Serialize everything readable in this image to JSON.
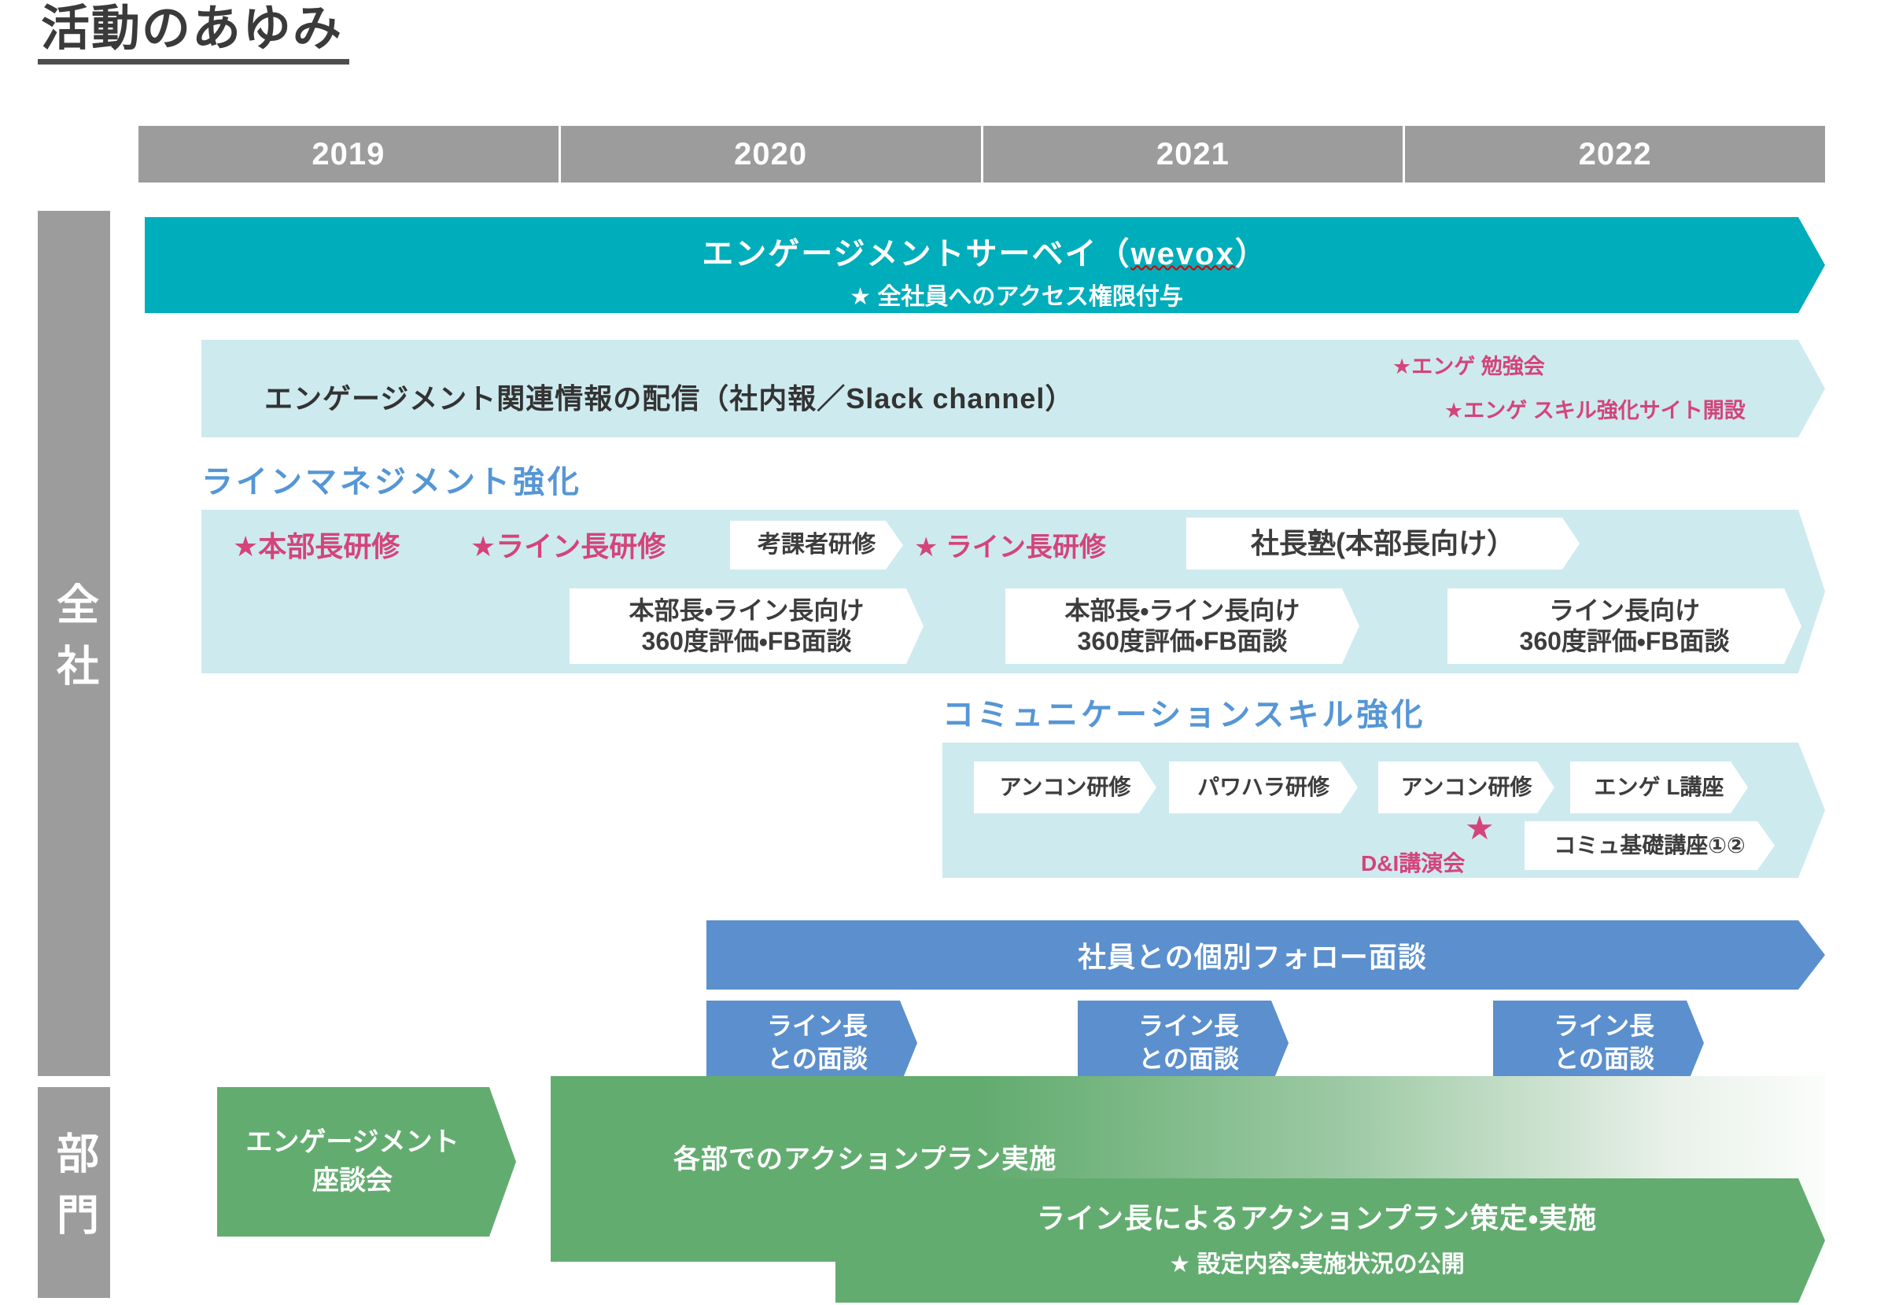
{
  "page": {
    "title": "活動のあゆみ"
  },
  "timeline": {
    "years": [
      "2019",
      "2020",
      "2021",
      "2022"
    ]
  },
  "rails": [
    {
      "label": "全社"
    },
    {
      "label": "部門"
    }
  ],
  "survey": {
    "title_main": "エンゲージメントサーベイ（",
    "title_brand": "wevox",
    "title_tail": "）",
    "note": "★ 全社員へのアクセス権限付与"
  },
  "info": {
    "text": "エンゲージメント関連情報の配信（社内報／Slack channel）",
    "notes": [
      "★エンゲ 勉強会",
      "★エンゲ スキル強化サイト開設"
    ]
  },
  "line_management": {
    "heading": "ラインマネジメント強化",
    "pink_items": [
      "★本部長研修",
      "★ライン長研修",
      "★ ライン長研修"
    ],
    "white_chips": [
      {
        "line1": "考課者研修"
      },
      {
        "line1": "社長塾(本部長向け）"
      },
      {
        "line1": "本部長・ライン長向け",
        "line2": "360度評価・FB面談"
      },
      {
        "line1": "本部長・ライン長向け",
        "line2": "360度評価・FB面談"
      },
      {
        "line1": "ライン長向け",
        "line2": "360度評価・FB面談"
      }
    ]
  },
  "comm_skill": {
    "heading": "コミュニケーションスキル強化",
    "chips": [
      "アンコン研修",
      "パワハラ研修",
      "アンコン研修",
      "エンゲ L講座",
      "コミュ基礎講座①②"
    ],
    "pink_note": "D&I講演会",
    "pink_star": "★"
  },
  "follow": {
    "main_bar": "社員との個別フォロー面談",
    "chips": [
      {
        "line1": "ライン長",
        "line2": "との面談"
      },
      {
        "line1": "ライン長",
        "line2": "との面談"
      },
      {
        "line1": "ライン長",
        "line2": "との面談"
      }
    ]
  },
  "department": {
    "zadankai": {
      "line1": "エンゲージメント",
      "line2": "座談会"
    },
    "action_plan": "各部でのアクションプラン実施",
    "line_action": {
      "title": "ライン長によるアクションプラン策定・実施",
      "note": "★ 設定内容・実施状況の公開"
    }
  },
  "colors": {
    "teal": "#00adbb",
    "light_teal": "#cdeaef",
    "blue": "#5b8fcd",
    "heading_blue": "#5596d6",
    "green": "#63ac70",
    "pink": "#d4447a",
    "gray": "#9c9c9c"
  }
}
